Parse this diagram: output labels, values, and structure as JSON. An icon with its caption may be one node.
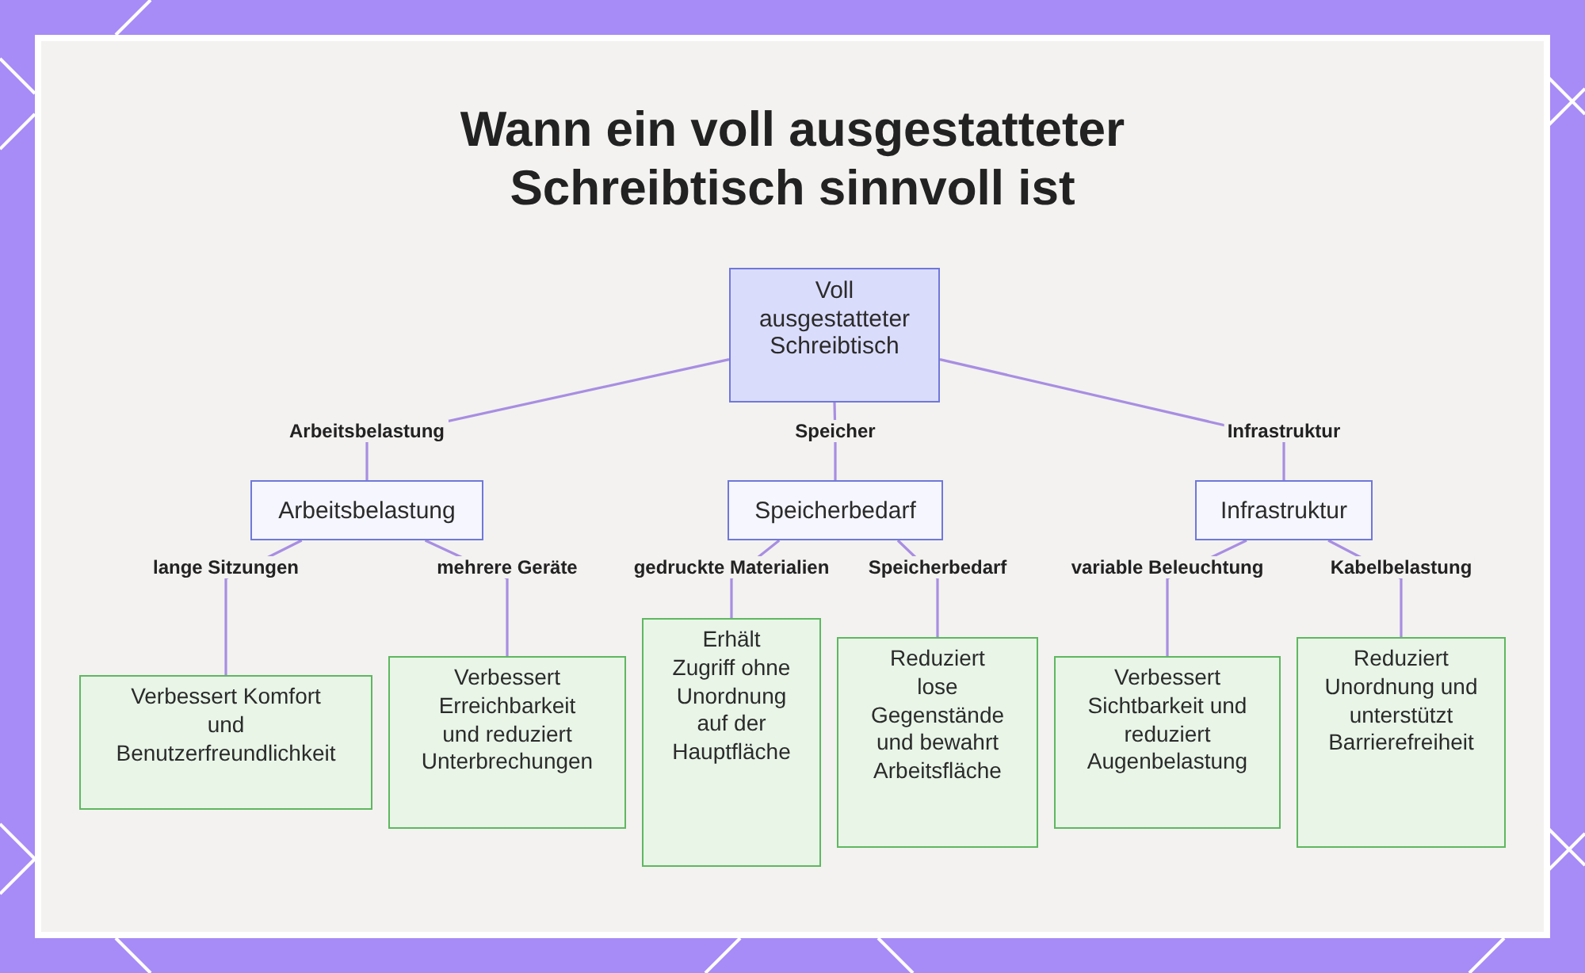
{
  "diagram": {
    "title": "Wann ein voll ausgestatteter Schreibtisch sinnvoll ist",
    "nodes": [
      {
        "text": [
          "Voll ausgestatteter Schreibtisch"
        ]
      },
      {
        "text": [
          "Arbeitsbelastung"
        ]
      },
      {
        "text": [
          "Speicherbedarf"
        ]
      },
      {
        "text": [
          "Infrastruktur"
        ]
      },
      {
        "text": [
          "Verbessert Komfort und Benutzerfreundlichkeit"
        ]
      },
      {
        "text": [
          "Verbessert Erreichbarkeit und reduziert Unterbrechungen"
        ]
      },
      {
        "text": [
          "Erhält Zugriff ohne Unordnung auf der Hauptfläche"
        ]
      },
      {
        "text": [
          "Reduziert lose Gegenstände und bewahrt Arbeitsfläche"
        ]
      },
      {
        "text": [
          "Verbessert Sichtbarkeit und reduziert Augenbelastung"
        ]
      },
      {
        "text": [
          "Reduziert Unordnung und unterstützt Barrierefreiheit"
        ]
      }
    ],
    "edges": [
      {
        "from": 0,
        "to": 1,
        "arrow": "none",
        "label": "Arbeitsbelastung"
      },
      {
        "from": 0,
        "to": 2,
        "arrow": "none",
        "label": "Speicher"
      },
      {
        "from": 0,
        "to": 3,
        "arrow": "none",
        "label": "Infrastruktur"
      },
      {
        "from": 1,
        "to": 4,
        "arrow": "none",
        "label": "lange Sitzungen"
      },
      {
        "from": 1,
        "to": 5,
        "arrow": "none",
        "label": "mehrere Geräte"
      },
      {
        "from": 2,
        "to": 6,
        "arrow": "none",
        "label": "gedruckte Materialien"
      },
      {
        "from": 2,
        "to": 7,
        "arrow": "none",
        "label": "Speicherbedarf"
      },
      {
        "from": 3,
        "to": 8,
        "arrow": "none",
        "label": "variable Beleuchtung"
      },
      {
        "from": 3,
        "to": 9,
        "arrow": "none",
        "label": "Kabelbelastung"
      }
    ]
  }
}
